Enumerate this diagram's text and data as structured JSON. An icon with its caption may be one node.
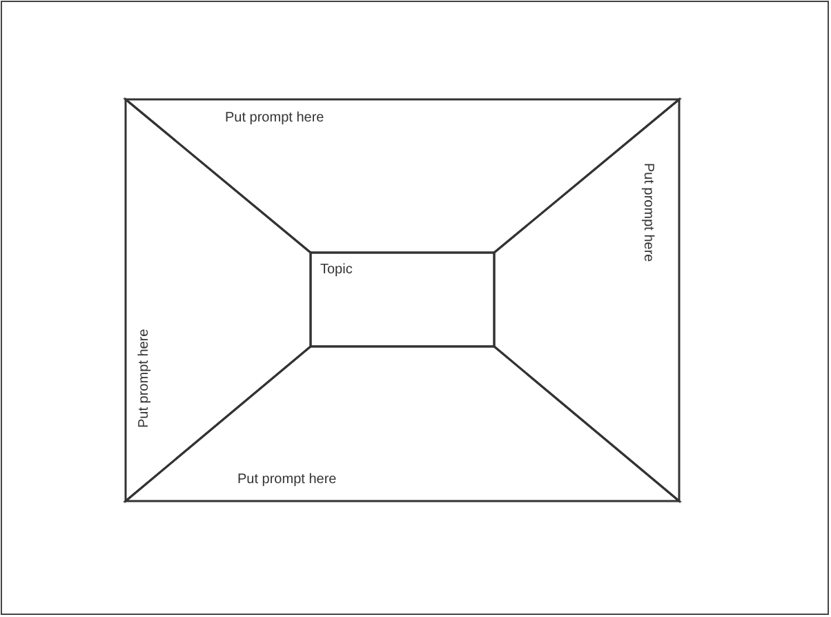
{
  "diagram": {
    "nodes": [
      {
        "text": [
          "Put prompt here"
        ]
      },
      {
        "text": [
          "Put prompt here"
        ]
      },
      {
        "text": [
          "Topic"
        ]
      },
      {
        "text": [
          "Put prompt here"
        ]
      },
      {
        "text": [
          "Put prompt here"
        ]
      }
    ]
  }
}
